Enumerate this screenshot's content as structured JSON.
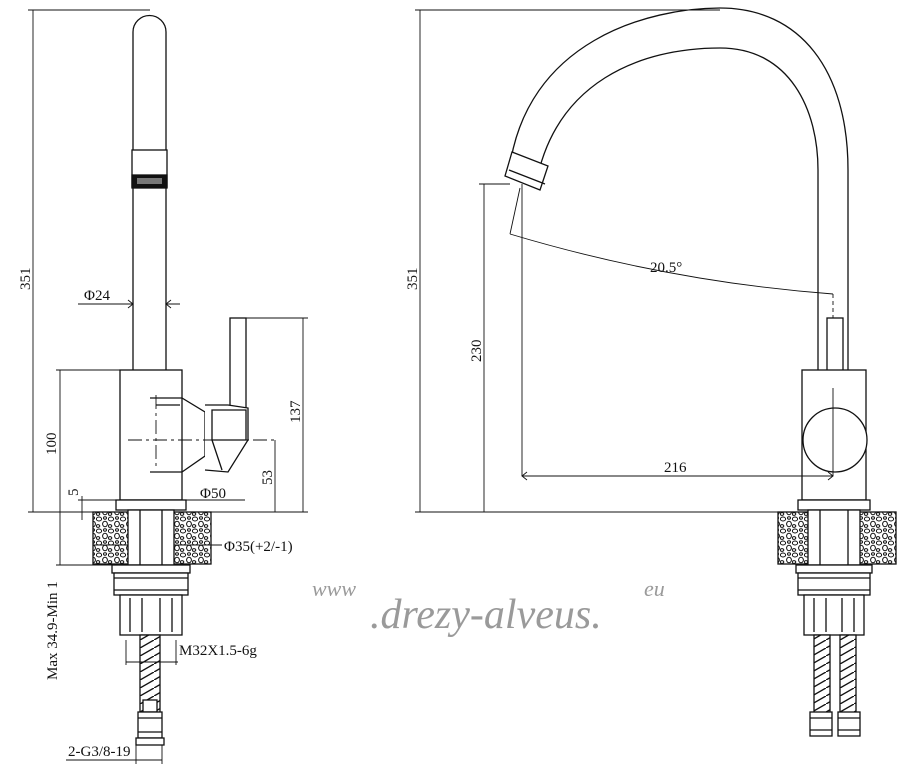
{
  "dims": {
    "side_height": "351",
    "front_height": "351",
    "spout_diameter": "Φ24",
    "body_height": "100",
    "offset_5": "5",
    "handle_height": "137",
    "handle_offset": "53",
    "body_diameter": "Φ50",
    "hole_diameter": "Φ35(+2/-1)",
    "counter_thickness": "Max  34.9-Min 1",
    "thread": "M32X1.5-6g",
    "hoses": "2-G3/8-19",
    "outlet_height": "230",
    "spout_reach": "216",
    "spout_angle": "20.5°"
  },
  "watermark": {
    "prefix": "www",
    "domain": ".drezy-alveus.",
    "suffix": "eu"
  }
}
